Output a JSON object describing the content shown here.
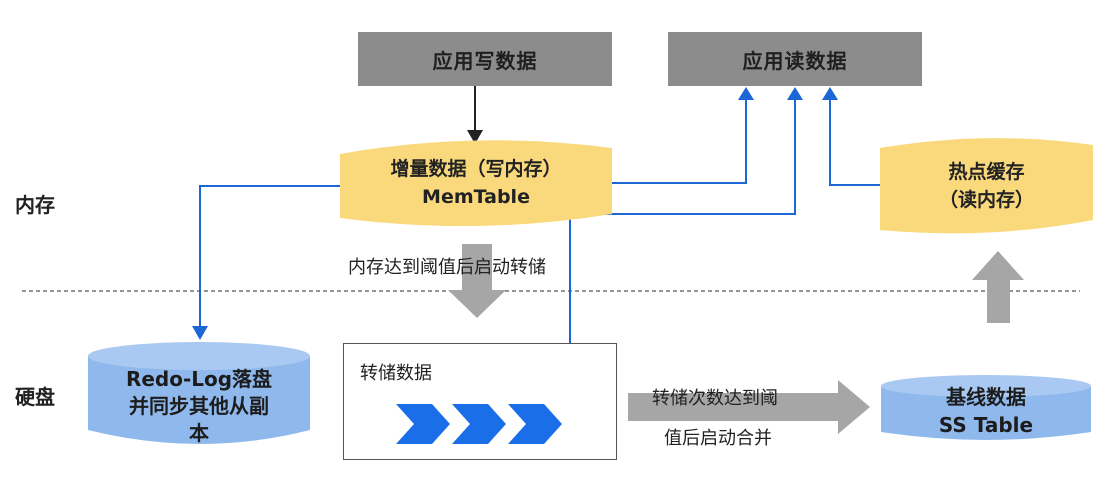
{
  "boxes": {
    "app_write": "应用写数据",
    "app_read": "应用读数据"
  },
  "memtable": {
    "line1": "增量数据（写内存）",
    "line2": "MemTable"
  },
  "hot_cache": {
    "line1": "热点缓存",
    "line2": "（读内存）"
  },
  "layers": {
    "memory": "内存",
    "disk": "硬盘"
  },
  "flush_note": "内存达到阈值后启动转储",
  "redo_log": {
    "line1": "Redo-Log落盘",
    "line2": "并同步其他从副",
    "line3": "本"
  },
  "dump_box": {
    "title": "转储数据"
  },
  "merge_note": {
    "line1": "转储次数达到阈",
    "line2": "值后启动合并"
  },
  "baseline": {
    "line1": "基线数据",
    "line2": "SS Table"
  },
  "colors": {
    "grey_box": "#8c8c8c",
    "banner": "#fad97d",
    "cylinder": "#8fb9ec",
    "flow_line": "#1d66d6",
    "chevron": "#1a6fe8",
    "big_arrow": "#a6a6a6"
  }
}
